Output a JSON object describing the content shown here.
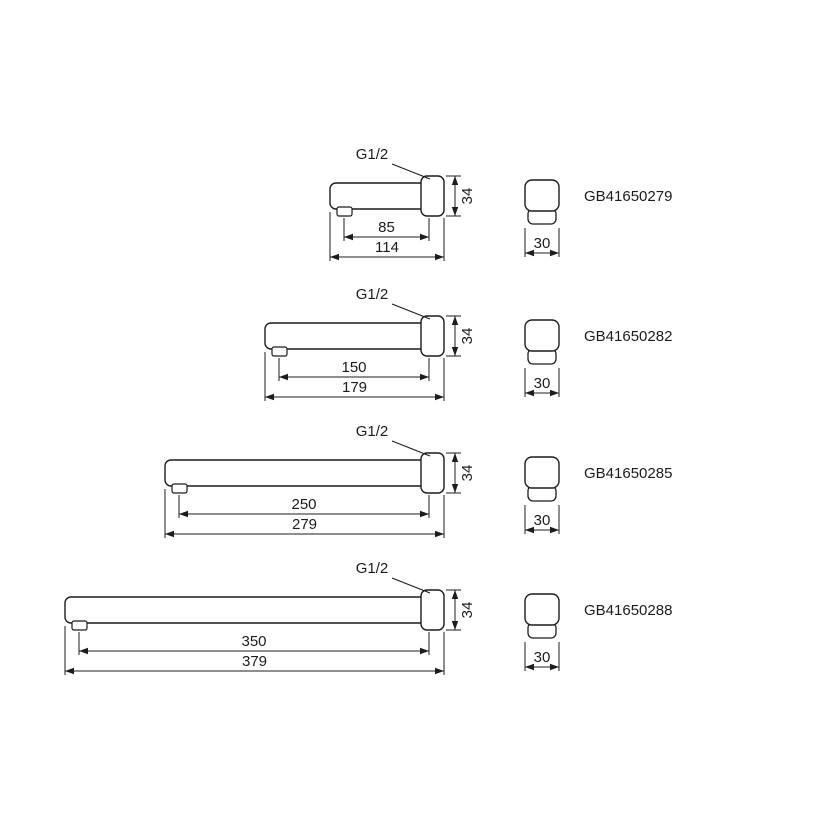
{
  "page": {
    "background": "#ffffff",
    "line_color": "#1c1c1c"
  },
  "diagram": {
    "kind": "faucet-spout-dimension-drawing",
    "rows": [
      {
        "part_number": "GB41650279",
        "thread_label": "G1/2",
        "height_mm": 34,
        "reach_mm": 85,
        "overall_mm": 114,
        "width_mm": 30
      },
      {
        "part_number": "GB41650282",
        "thread_label": "G1/2",
        "height_mm": 34,
        "reach_mm": 150,
        "overall_mm": 179,
        "width_mm": 30
      },
      {
        "part_number": "GB41650285",
        "thread_label": "G1/2",
        "height_mm": 34,
        "reach_mm": 250,
        "overall_mm": 279,
        "width_mm": 30
      },
      {
        "part_number": "GB41650288",
        "thread_label": "G1/2",
        "height_mm": 34,
        "reach_mm": 350,
        "overall_mm": 379,
        "width_mm": 30
      }
    ]
  }
}
